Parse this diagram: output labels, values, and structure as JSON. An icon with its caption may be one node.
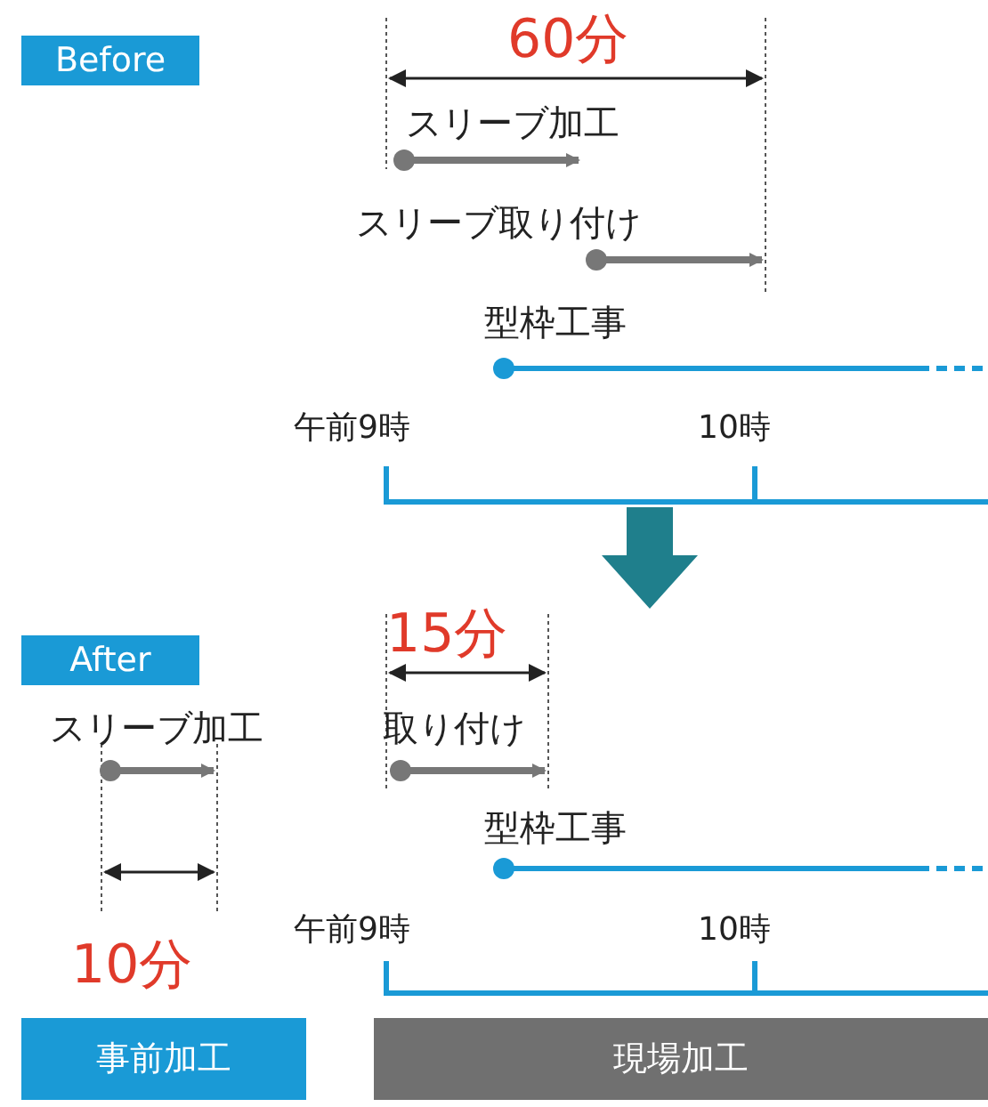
{
  "diagram": {
    "nodes": [
      {
        "text": [
          "Before"
        ]
      },
      {
        "text": [
          "After"
        ]
      },
      {
        "text": [
          "事前加工"
        ]
      },
      {
        "text": [
          "現場加工"
        ]
      }
    ],
    "labels": [
      "60分",
      "スリーブ加工",
      "スリーブ取り付け",
      "型枠工事",
      "午前9時",
      "10時",
      "15分",
      "スリーブ加工",
      "取り付け",
      "型枠工事",
      "午前9時",
      "10時",
      "10分"
    ]
  }
}
